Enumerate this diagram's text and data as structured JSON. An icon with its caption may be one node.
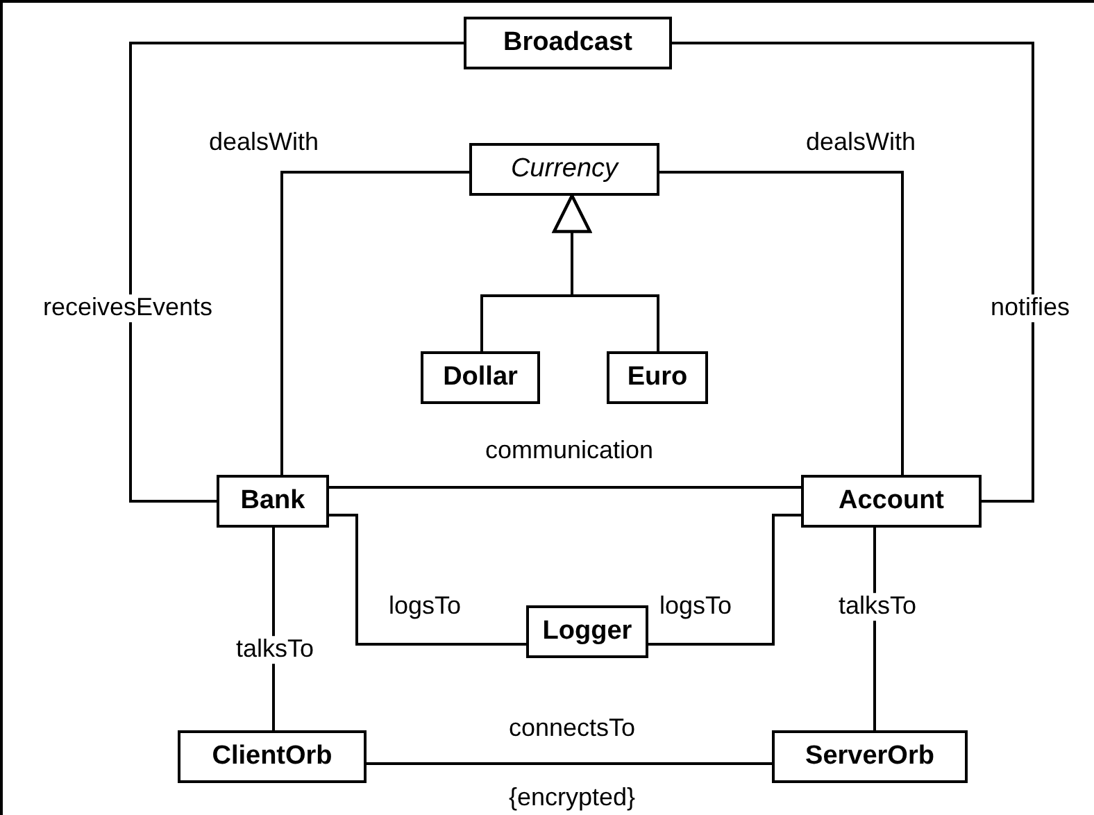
{
  "diagram": {
    "nodes": [
      {
        "text": [
          "Broadcast"
        ]
      },
      {
        "text": [
          "Currency"
        ]
      },
      {
        "text": [
          "Dollar"
        ]
      },
      {
        "text": [
          "Euro"
        ]
      },
      {
        "text": [
          "Bank"
        ]
      },
      {
        "text": [
          "Account"
        ]
      },
      {
        "text": [
          "Logger"
        ]
      },
      {
        "text": [
          "ClientOrb"
        ]
      },
      {
        "text": [
          "ServerOrb"
        ]
      }
    ],
    "edges": [
      {
        "from": 0,
        "to": 4,
        "arrow": "none",
        "label": "receivesEvents"
      },
      {
        "from": 0,
        "to": 5,
        "arrow": "none",
        "label": "notifies"
      },
      {
        "from": 4,
        "to": 1,
        "arrow": "none",
        "label": "dealsWith"
      },
      {
        "from": 5,
        "to": 1,
        "arrow": "none",
        "label": "dealsWith"
      },
      {
        "from": 2,
        "to": 1,
        "arrow": "to"
      },
      {
        "from": 3,
        "to": 1,
        "arrow": "to"
      },
      {
        "from": 4,
        "to": 5,
        "arrow": "none",
        "label": "communication"
      },
      {
        "from": 4,
        "to": 6,
        "arrow": "none",
        "label": "logsTo"
      },
      {
        "from": 5,
        "to": 6,
        "arrow": "none",
        "label": "logsTo"
      },
      {
        "from": 4,
        "to": 7,
        "arrow": "none",
        "label": "talksTo"
      },
      {
        "from": 5,
        "to": 8,
        "arrow": "none",
        "label": "talksTo"
      },
      {
        "from": 7,
        "to": 8,
        "arrow": "none",
        "label": "connectsTo"
      }
    ],
    "labels": [
      "{encrypted}"
    ]
  }
}
